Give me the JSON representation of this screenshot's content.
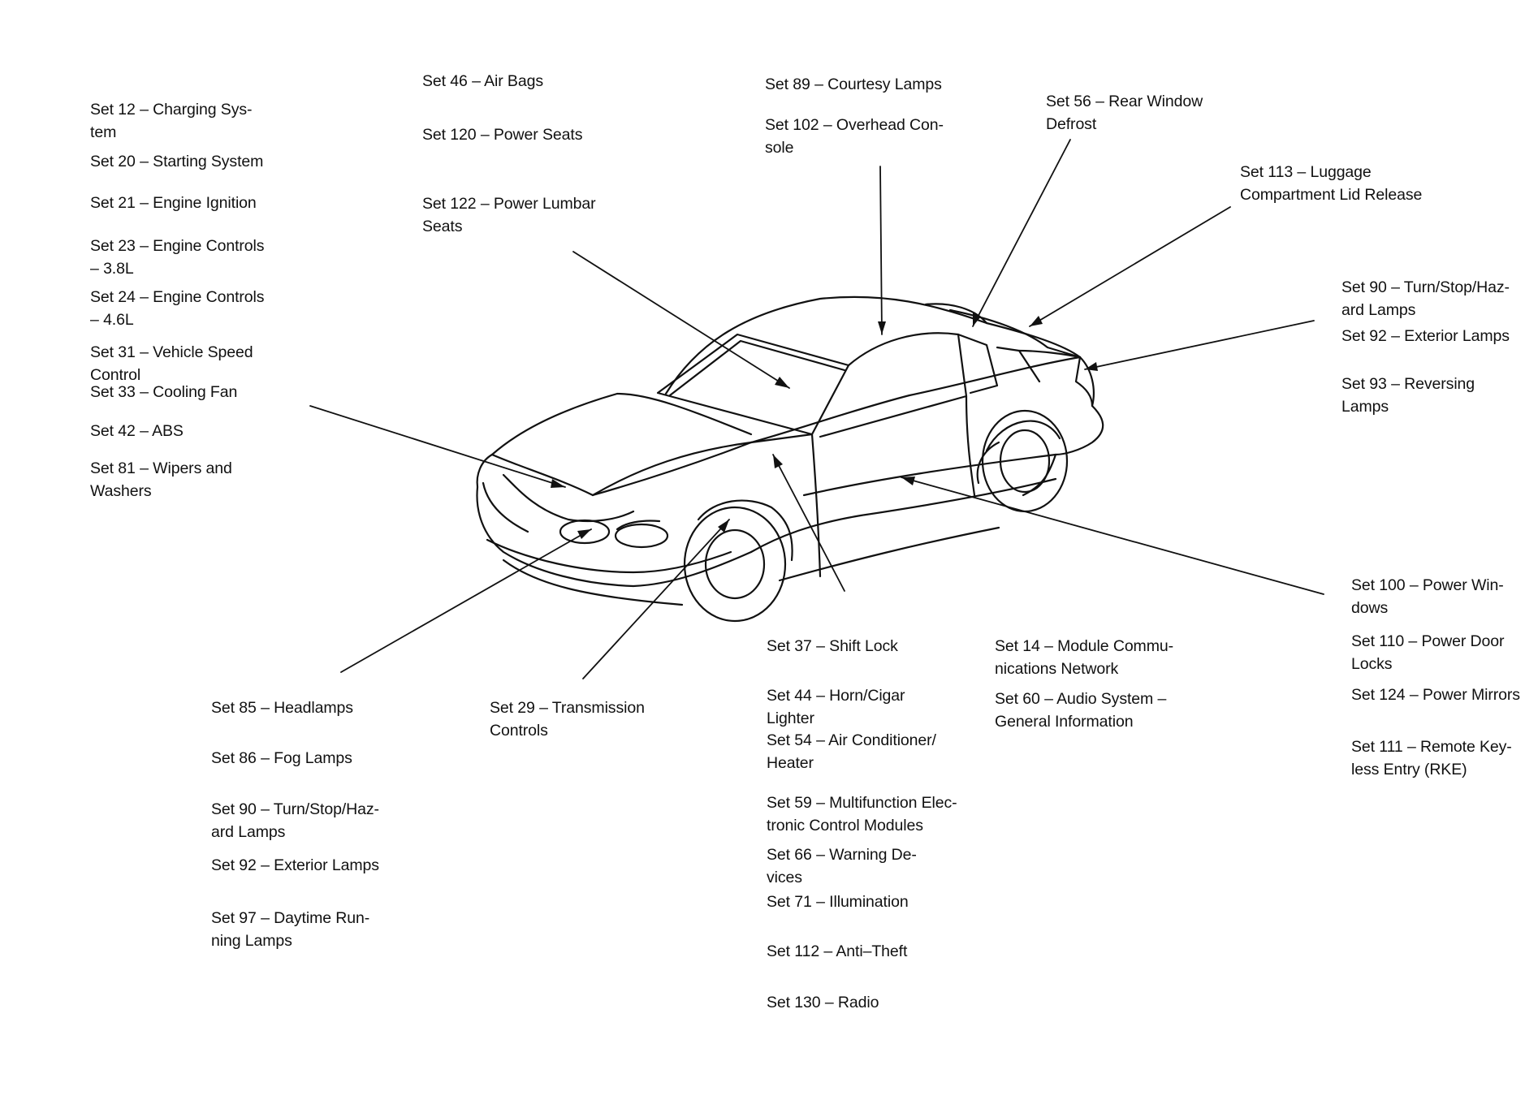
{
  "labels": {
    "set12": [
      "Set 12 – Charging Sys-",
      "tem"
    ],
    "set20": [
      "Set 20 – Starting System"
    ],
    "set21": [
      "Set 21 – Engine Ignition"
    ],
    "set23": [
      "Set 23 – Engine Controls",
      "– 3.8L"
    ],
    "set24": [
      "Set 24 – Engine Controls",
      "– 4.6L"
    ],
    "set31": [
      "Set 31 – Vehicle Speed",
      "Control"
    ],
    "set33": [
      "Set 33 – Cooling Fan"
    ],
    "set42": [
      "Set 42 – ABS"
    ],
    "set81": [
      "Set 81 – Wipers and",
      "Washers"
    ],
    "set46": [
      "Set 46 – Air Bags"
    ],
    "set120": [
      "Set 120 – Power Seats"
    ],
    "set122": [
      "Set 122 – Power Lumbar",
      "Seats"
    ],
    "set89": [
      "Set 89 – Courtesy Lamps"
    ],
    "set102": [
      "Set 102 – Overhead Con-",
      "sole"
    ],
    "set56": [
      "Set 56 – Rear Window",
      "Defrost"
    ],
    "set113": [
      "Set 113 – Luggage",
      "Compartment Lid Release"
    ],
    "set90r": [
      "Set 90 – Turn/Stop/Haz-",
      "ard Lamps"
    ],
    "set92r": [
      "Set 92 – Exterior Lamps"
    ],
    "set93": [
      "Set 93 – Reversing",
      "Lamps"
    ],
    "set100": [
      "Set 100 – Power Win-",
      "dows"
    ],
    "set110": [
      "Set 110 – Power Door",
      "Locks"
    ],
    "set124": [
      "Set 124 – Power Mirrors"
    ],
    "set111": [
      "Set 111 – Remote Key-",
      "less Entry (RKE)"
    ],
    "set85": [
      "Set 85 – Headlamps"
    ],
    "set86": [
      "Set 86 – Fog Lamps"
    ],
    "set90l": [
      "Set 90 – Turn/Stop/Haz-",
      "ard Lamps"
    ],
    "set92l": [
      "Set 92 – Exterior Lamps"
    ],
    "set97": [
      "Set 97 – Daytime Run-",
      "ning Lamps"
    ],
    "set29": [
      "Set 29 – Transmission",
      "Controls"
    ],
    "set37": [
      "Set 37 – Shift Lock"
    ],
    "set44": [
      "Set 44 – Horn/Cigar",
      "Lighter"
    ],
    "set54": [
      "Set 54 – Air Conditioner/",
      "Heater"
    ],
    "set59": [
      "Set 59 – Multifunction Elec-",
      "tronic Control Modules"
    ],
    "set66": [
      "Set 66 – Warning De-",
      "vices"
    ],
    "set71": [
      "Set 71 – Illumination"
    ],
    "set112": [
      "Set 112 – Anti–Theft"
    ],
    "set130": [
      "Set 130 – Radio"
    ],
    "set14": [
      "Set 14 – Module Commu-",
      "nications Network"
    ],
    "set60": [
      "Set 60 – Audio System –",
      "General Information"
    ]
  }
}
